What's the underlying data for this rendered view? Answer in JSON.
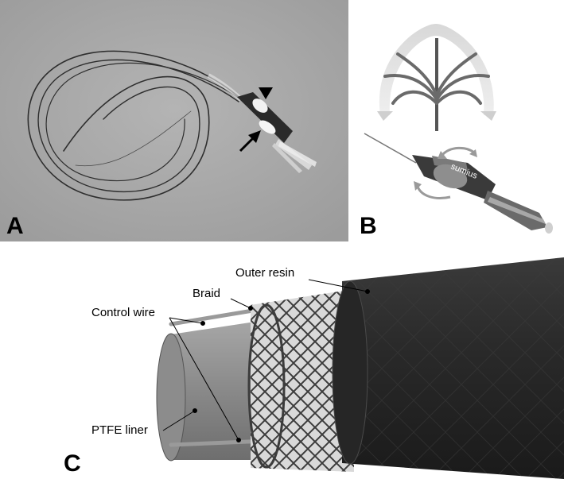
{
  "panels": {
    "a": {
      "letter": "A"
    },
    "b": {
      "letter": "B",
      "device_brand": "sumius"
    },
    "c": {
      "letter": "C"
    }
  },
  "callouts": {
    "outer_resin": "Outer resin",
    "braid": "Braid",
    "control_wire": "Control wire",
    "ptfe_liner": "PTFE liner"
  },
  "colors": {
    "panel_a_background": "#a9a9a9",
    "tube_outer": "#2b2b2b",
    "liner": "#8a8a8a"
  }
}
